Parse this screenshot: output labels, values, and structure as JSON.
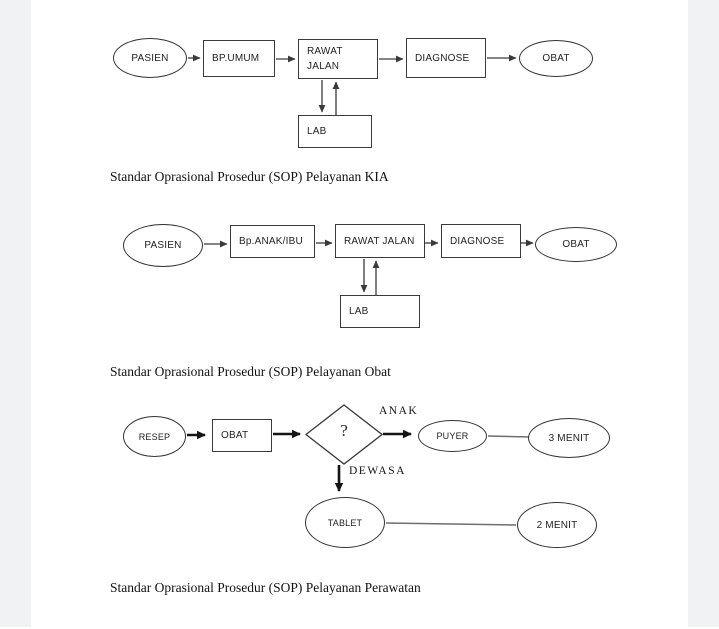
{
  "page": {
    "background_color": "#ffffff",
    "gutter_color": "#f1f2f4",
    "line_color": "#3a3a3a"
  },
  "diagram1": {
    "caption": "Standar Oprasional Prosedur (SOP) Pelayanan KIA",
    "pasien": "PASIEN",
    "bp_umum": "BP.UMUM",
    "rawat_line1": "RAWAT",
    "rawat_line2": "JALAN",
    "diagnose": "DIAGNOSE",
    "obat": "OBAT",
    "lab": "LAB"
  },
  "diagram2": {
    "caption": "Standar Oprasional Prosedur (SOP) Pelayanan Obat",
    "pasien": "PASIEN",
    "bp_anak_ibu": "Bp.ANAK/IBU",
    "rawat_jalan": "RAWAT JALAN",
    "diagnose": "DIAGNOSE",
    "obat": "OBAT",
    "lab": "LAB"
  },
  "diagram3": {
    "caption": "Standar Oprasional Prosedur (SOP) Pelayanan Perawatan",
    "resep": "RESEP",
    "obat": "OBAT",
    "decision": "?",
    "branch_anak": "ANAK",
    "branch_dewasa": "DEWASA",
    "puyer": "PUYER",
    "menit3": "3 MENIT",
    "tablet": "TABLET",
    "menit2": "2 MENIT"
  }
}
